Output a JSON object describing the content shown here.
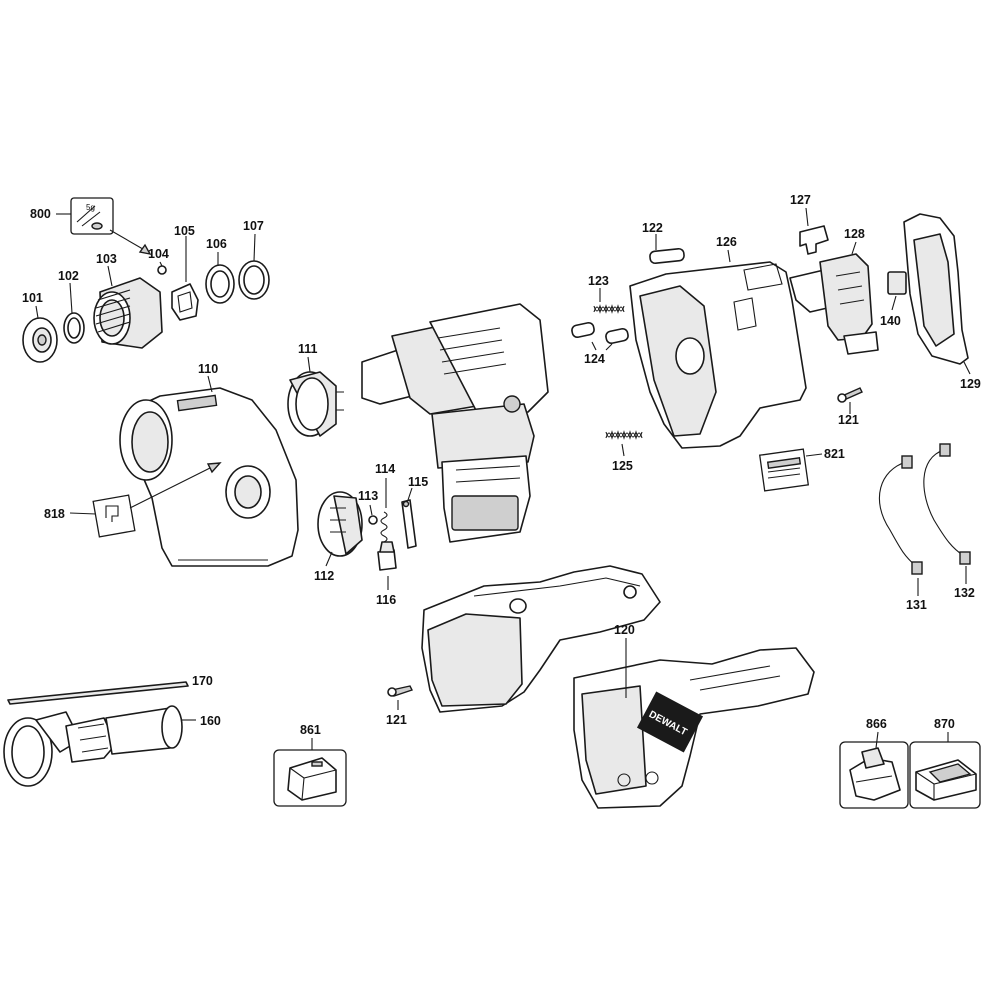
{
  "diagram": {
    "type": "exploded-parts-view",
    "callouts": [
      {
        "key": "p800",
        "label": "800"
      },
      {
        "key": "p101",
        "label": "101"
      },
      {
        "key": "p102",
        "label": "102"
      },
      {
        "key": "p103",
        "label": "103"
      },
      {
        "key": "p104",
        "label": "104"
      },
      {
        "key": "p105",
        "label": "105"
      },
      {
        "key": "p106",
        "label": "106"
      },
      {
        "key": "p107",
        "label": "107"
      },
      {
        "key": "p110",
        "label": "110"
      },
      {
        "key": "p111",
        "label": "111"
      },
      {
        "key": "p112",
        "label": "112"
      },
      {
        "key": "p113",
        "label": "113"
      },
      {
        "key": "p114",
        "label": "114"
      },
      {
        "key": "p115",
        "label": "115"
      },
      {
        "key": "p116",
        "label": "116"
      },
      {
        "key": "p818",
        "label": "818"
      },
      {
        "key": "p120",
        "label": "120"
      },
      {
        "key": "p121a",
        "label": "121"
      },
      {
        "key": "p121b",
        "label": "121"
      },
      {
        "key": "p122",
        "label": "122"
      },
      {
        "key": "p123",
        "label": "123"
      },
      {
        "key": "p124",
        "label": "124"
      },
      {
        "key": "p125",
        "label": "125"
      },
      {
        "key": "p126",
        "label": "126"
      },
      {
        "key": "p127",
        "label": "127"
      },
      {
        "key": "p128",
        "label": "128"
      },
      {
        "key": "p129",
        "label": "129"
      },
      {
        "key": "p140",
        "label": "140"
      },
      {
        "key": "p821",
        "label": "821"
      },
      {
        "key": "p131",
        "label": "131"
      },
      {
        "key": "p132",
        "label": "132"
      },
      {
        "key": "p160",
        "label": "160"
      },
      {
        "key": "p170",
        "label": "170"
      },
      {
        "key": "p861",
        "label": "861"
      },
      {
        "key": "p866",
        "label": "866"
      },
      {
        "key": "p870",
        "label": "870"
      }
    ],
    "brand_text": "DEWALT",
    "grease_mark": "5g"
  }
}
